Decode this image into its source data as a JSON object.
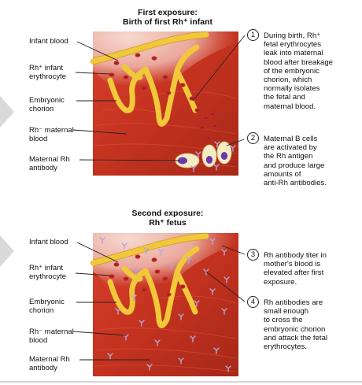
{
  "panel1": {
    "title_line1": "First exposure:",
    "title_line2": "Birth of first Rh⁺ infant",
    "labels": {
      "infant_blood": "Infant blood",
      "rh_erythrocyte_1": "Rh⁺ infant",
      "rh_erythrocyte_2": "erythrocyte",
      "chorion_1": "Embryonic",
      "chorion_2": "chorion",
      "maternal_blood_1": "Rh⁻ maternal",
      "maternal_blood_2": "blood",
      "antibody_1": "Maternal Rh",
      "antibody_2": "antibody"
    },
    "steps": [
      {
        "number": "1",
        "lines": [
          "During birth, Rh⁺",
          "fetal erythrocytes",
          "leak into maternal",
          "blood after breakage",
          "of the embryonic",
          "chorion, which",
          "normally isolates",
          "the fetal and",
          "maternal blood."
        ]
      },
      {
        "number": "2",
        "lines": [
          "Maternal B cells",
          "are activated by",
          "the Rh antigen",
          "and produce large",
          "amounts of",
          "anti-Rh antibodies."
        ]
      }
    ]
  },
  "panel2": {
    "title_line1": "Second exposure:",
    "title_line2": "Rh⁺ fetus",
    "labels": {
      "infant_blood": "Infant blood",
      "rh_erythrocyte_1": "Rh⁺ infant",
      "rh_erythrocyte_2": "erythrocyte",
      "chorion_1": "Embryonic",
      "chorion_2": "chorion",
      "maternal_blood_1": "Rh⁻ maternal",
      "maternal_blood_2": "blood",
      "antibody_1": "Maternal Rh",
      "antibody_2": "antibody"
    },
    "steps": [
      {
        "number": "3",
        "lines": [
          "Rh antibody titer in",
          "mother's blood is",
          "elevated after first",
          "exposure."
        ]
      },
      {
        "number": "4",
        "lines": [
          "Rh antibodies are",
          "small enough",
          "to cross the",
          "embryonic chorion",
          "and attack the fetal",
          "erythrocytes."
        ]
      }
    ]
  },
  "colors": {
    "maternal_blood": "#c8301f",
    "chorion": "#f0c83a",
    "fetal_blood": "#e8a09a",
    "erythrocyte": "#c0282a",
    "antibody": "#b9a9d9",
    "b_cell": "#f6ecc4",
    "b_cell_nucleus": "#6c3aa8"
  }
}
